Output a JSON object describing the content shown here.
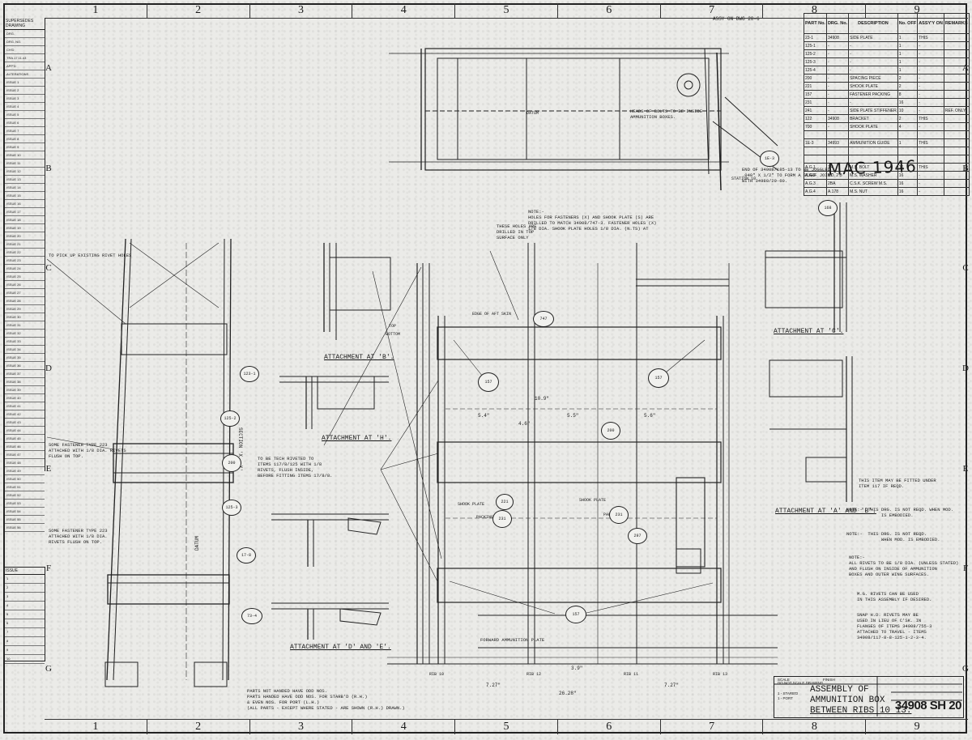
{
  "sheet": {
    "zone_numbers": [
      "1",
      "2",
      "3",
      "4",
      "5",
      "6",
      "7",
      "8",
      "9"
    ],
    "zone_letters": [
      "A",
      "B",
      "C",
      "D",
      "E",
      "F",
      "G"
    ],
    "handwritten_mark": "MAC 1946",
    "assy_ref": "ASSY ON DWG 28-6"
  },
  "left_strip": {
    "title": "SUPERSEDES DRAWING",
    "rows": [
      "DRG.",
      "DRG. NO.",
      "CH'D",
      "TRA.17.11.43",
      "APP'D",
      "ALTERATIONS",
      "ISSUE 1",
      "ISSUE 2",
      "ISSUE 3",
      "ISSUE 4",
      "ISSUE 5",
      "ISSUE 6",
      "ISSUE 7",
      "ISSUE 8",
      "ISSUE 9",
      "ISSUE 10",
      "ISSUE 11",
      "ISSUE 12",
      "ISSUE 13",
      "ISSUE 14",
      "ISSUE 15",
      "ISSUE 16",
      "ISSUE 17",
      "ISSUE 18",
      "ISSUE 19",
      "ISSUE 20",
      "ISSUE 21",
      "ISSUE 22",
      "ISSUE 23",
      "ISSUE 24",
      "ISSUE 25",
      "ISSUE 26",
      "ISSUE 27",
      "ISSUE 28",
      "ISSUE 29",
      "ISSUE 30",
      "ISSUE 31",
      "ISSUE 32",
      "ISSUE 33",
      "ISSUE 34",
      "ISSUE 35",
      "ISSUE 36",
      "ISSUE 37",
      "ISSUE 38",
      "ISSUE 39",
      "ISSUE 40",
      "ISSUE 41",
      "ISSUE 42",
      "ISSUE 43",
      "ISSUE 44",
      "ISSUE 45",
      "ISSUE 46",
      "ISSUE 47",
      "ISSUE 48",
      "ISSUE 49",
      "ISSUE 50",
      "ISSUE 51",
      "ISSUE 52",
      "ISSUE 53",
      "ISSUE 54",
      "ISSUE 55",
      "ISSUE 56"
    ]
  },
  "issue_box": {
    "title": "ISSUE",
    "rows": [
      "1",
      "2",
      "3",
      "4",
      "5",
      "6",
      "7",
      "8",
      "9",
      "10"
    ]
  },
  "parts_table": {
    "headers": [
      "PART No.",
      "DRG. No.",
      "DESCRIPTION",
      "No. OFF",
      "ASSY'Y ON",
      "REMARKS"
    ],
    "rows": [
      [
        "23-1",
        "34908",
        "SIDE PLATE",
        "1",
        "THIS",
        ""
      ],
      [
        "125-1",
        "-",
        "-",
        "1",
        "-",
        ""
      ],
      [
        "125-2",
        "-",
        "-",
        "1",
        "-",
        ""
      ],
      [
        "125-3",
        "-",
        "-",
        "1",
        "-",
        ""
      ],
      [
        "125-4",
        "-",
        "-",
        "1",
        "-",
        ""
      ],
      [
        "200",
        "-",
        "SPACING PIECE",
        "2",
        "-",
        ""
      ],
      [
        "221",
        "-",
        "SHOOK PLATE",
        "2",
        "-",
        ""
      ],
      [
        "157",
        "-",
        "FASTENER PACKING",
        "8",
        "-",
        ""
      ],
      [
        "231",
        "-",
        "-",
        "16",
        "-",
        ""
      ],
      [
        "241",
        "-",
        "SIDE PLATE STIFFENER",
        "10",
        "-",
        "REF. ONLY"
      ],
      [
        "122",
        "34908",
        "BRACKET",
        "2",
        "THIS",
        ""
      ],
      [
        "700",
        "-",
        "SHOOK PLATE",
        "4",
        "-",
        ""
      ],
      [
        "",
        "",
        "",
        "",
        "",
        ""
      ],
      [
        "1E-3",
        "34993",
        "AMMUNITION GUIDE",
        "1",
        "THIS",
        ""
      ],
      [
        "",
        "",
        "",
        "",
        "",
        ""
      ],
      [
        "",
        "",
        "",
        "",
        "",
        ""
      ],
      [
        "A.G.1",
        "1/4",
        "M.S. BOLT",
        "16",
        "THIS",
        ""
      ],
      [
        "A.G.2",
        "NO. 2 B",
        "M.S. WASHER",
        "16",
        "-",
        ""
      ],
      [
        "A.G.3",
        "2BA",
        "C.S.K. SCREW M.S.",
        "16",
        "-",
        ""
      ],
      [
        "A.G.4",
        "A.178",
        "M.S. NUT",
        "16",
        "-",
        ""
      ]
    ]
  },
  "title_block": {
    "title_line1": "ASSEMBLY OF",
    "title_line2": "AMMUNITION BOX",
    "title_line3": "BETWEEN RIBS 10 13.",
    "number": "34908 SH 20",
    "scale_label": "SCALE",
    "finish_label": "FINISH",
    "starboard": "1 - STARB'D",
    "port": "1 - PORT",
    "do_not_scale": "DO NOT SCALE DRAWING"
  },
  "labels": {
    "attachment_b": "ATTACHMENT AT 'B'.",
    "attachment_h": "ATTACHMENT AT 'H'.",
    "attachment_c": "ATTACHMENT AT 'C'.",
    "attachment_ab": "ATTACHMENT AT 'A' AND 'B'.",
    "attachment_de": "ATTACHMENT AT 'D' AND 'E'.",
    "section_xx": "SECTION 'X - X'",
    "datum": "DATUM",
    "forward_ammunition_plate": "FORWARD AMMUNITION PLATE",
    "station_10": "STATION 10",
    "top": "TOP",
    "bottom": "BOTTOM",
    "edge_of_aft_skin": "EDGE OF AFT SKIN",
    "shook_plate": "SHOOK PLATE",
    "packing": "PACKING",
    "rib_10": "RIB 10",
    "rib_12": "RIB 12",
    "rib_13": "RIB 13",
    "rib_11": "RIB 11"
  },
  "notes": {
    "holes_note": "NOTE:-\nHOLES FOR FASTENERS (X) AND SHOOK PLATE (S) ARE\nDRILLED TO MATCH 34908/747-3. FASTENER HOLES (X)\n1/8 DIA. SHOOK PLATE HOLES 1/8 DIA. (N.TS) AT",
    "these_holes": "THESE HOLES ARE\nDRILLED IN TOP\nSURFACE ONLY",
    "to_pick_up": "TO PICK UP EXISTING RIVET HOLES",
    "heads_of_bolts": "HEADS OF BOLTS TO BE INSIDE\nAMMUNITION BOXES.",
    "end_of_34908": "END OF 34908/185-13 TO BE JOGGLED\n.040\" X 1/2\" TO FORM A SCARF JOINT\nWITH 34980/29-60.",
    "fastener_223_top": "SOME FASTENER TYPE 223\nATTACHED WITH 1/8 DIA. RIVETS\nFLUSH ON TOP.",
    "fastener_223_bottom": "SOME FASTENER TYPE 223\nATTACHED WITH 1/8 DIA.\nRIVETS FLUSH ON TOP.",
    "tech_rivets": "TO BE TECH RIVETED TO\nITEMS 117/8/125 WITH 1/8\nRIVETS, FLUSH INSIDE,\nBEFORE FITTING ITEMS 17/8/8.",
    "this_item": "THIS ITEM MAY BE FITTED UNDER\nITEM 117 IF REQD.",
    "note_ab1": "NOTE:-  THIS DRG. IS NOT REQD. WHEN MOD.\n             IS EMBODIED.",
    "note_ab2": "NOTE:-  THIS DRG. IS NOT REQD.\n             WHEN MOD. IS EMBODIED.",
    "general_note": "NOTE:-\nALL RIVETS TO BE 1/8 DIA. (UNLESS STATED)\nAND FLUSH ON INSIDE OF AMMUNITION\nBOXES AND OUTER WING SURFACES.",
    "mg_rivets": "M.G. RIVETS CAN BE USED\nIN THIS ASSEMBLY IF DESIRED.",
    "snap_rivets": "SNAP H.D. RIVETS MAY BE\nUSED IN LIEU OF C'SK. IN\nFLANGES OF ITEMS 34908/755-3\nATTACHED TO TRAVEL - ITEMS\n34908/117-8-8-125-1-2-3-4.",
    "parts_handed": "PARTS NOT HANDED HAVE ODD NOS.\nPARTS HANDED HAVE ODD NOS. FOR STARB'D (R.H.)\n& EVEN NOS. FOR PORT (L.H.)\n(ALL PARTS - EXCEPT WHERE STATED - ARE SHOWN (R.H.) DRAWN.)"
  },
  "bubbles": [
    "123-1",
    "125-2",
    "200",
    "125-3",
    "17-8",
    "73-4",
    "157",
    "157",
    "157",
    "200",
    "231",
    "231",
    "221",
    "297",
    "168",
    "747",
    "1E-3"
  ],
  "dimensions": [
    "5.4\"",
    "5.5\"",
    "5.6\"",
    "4.6\"",
    "10.9\"",
    "26.28\"",
    "7.27\"",
    "7.27\"",
    "3.9\""
  ]
}
